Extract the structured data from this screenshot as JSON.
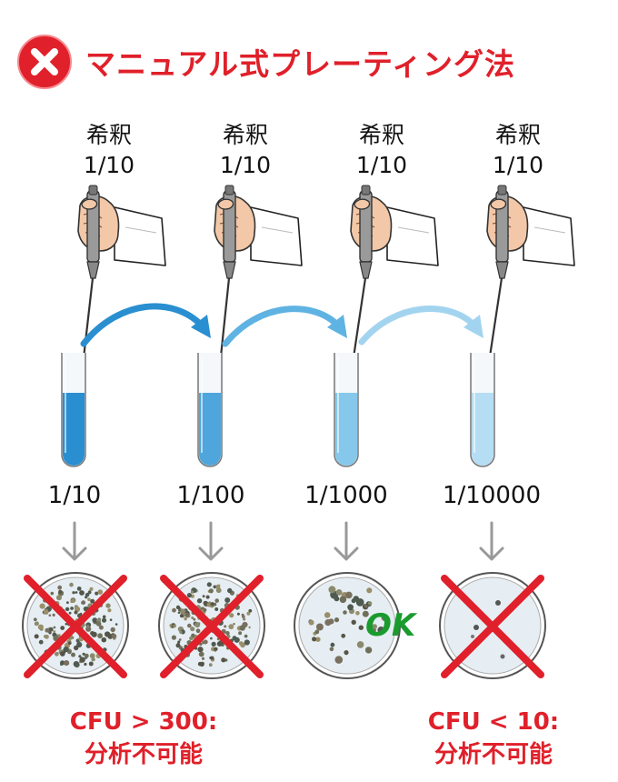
{
  "title": "マニュアル式プレーティング法",
  "icons": {
    "fail": "x-circle-icon"
  },
  "colors": {
    "red": "#e0202a",
    "green": "#1a9b2e",
    "blue1": "#2a8fd0",
    "blue2": "#5fb3e2",
    "blue3": "#86c8eb",
    "blue4": "#b5ddf3"
  },
  "steps": [
    {
      "dilution_label": "希釈",
      "dilution_value": "1/10",
      "result_ratio": "1/10"
    },
    {
      "dilution_label": "希釈",
      "dilution_value": "1/10",
      "result_ratio": "1/100"
    },
    {
      "dilution_label": "希釈",
      "dilution_value": "1/10",
      "result_ratio": "1/1000"
    },
    {
      "dilution_label": "希釈",
      "dilution_value": "1/10",
      "result_ratio": "1/10000"
    }
  ],
  "ok_label": "OK",
  "verdicts": [
    {
      "line1": "CFU > 300:",
      "line2": "分析不可能"
    },
    {
      "line1": "CFU < 10:",
      "line2": "分析不可能"
    }
  ]
}
